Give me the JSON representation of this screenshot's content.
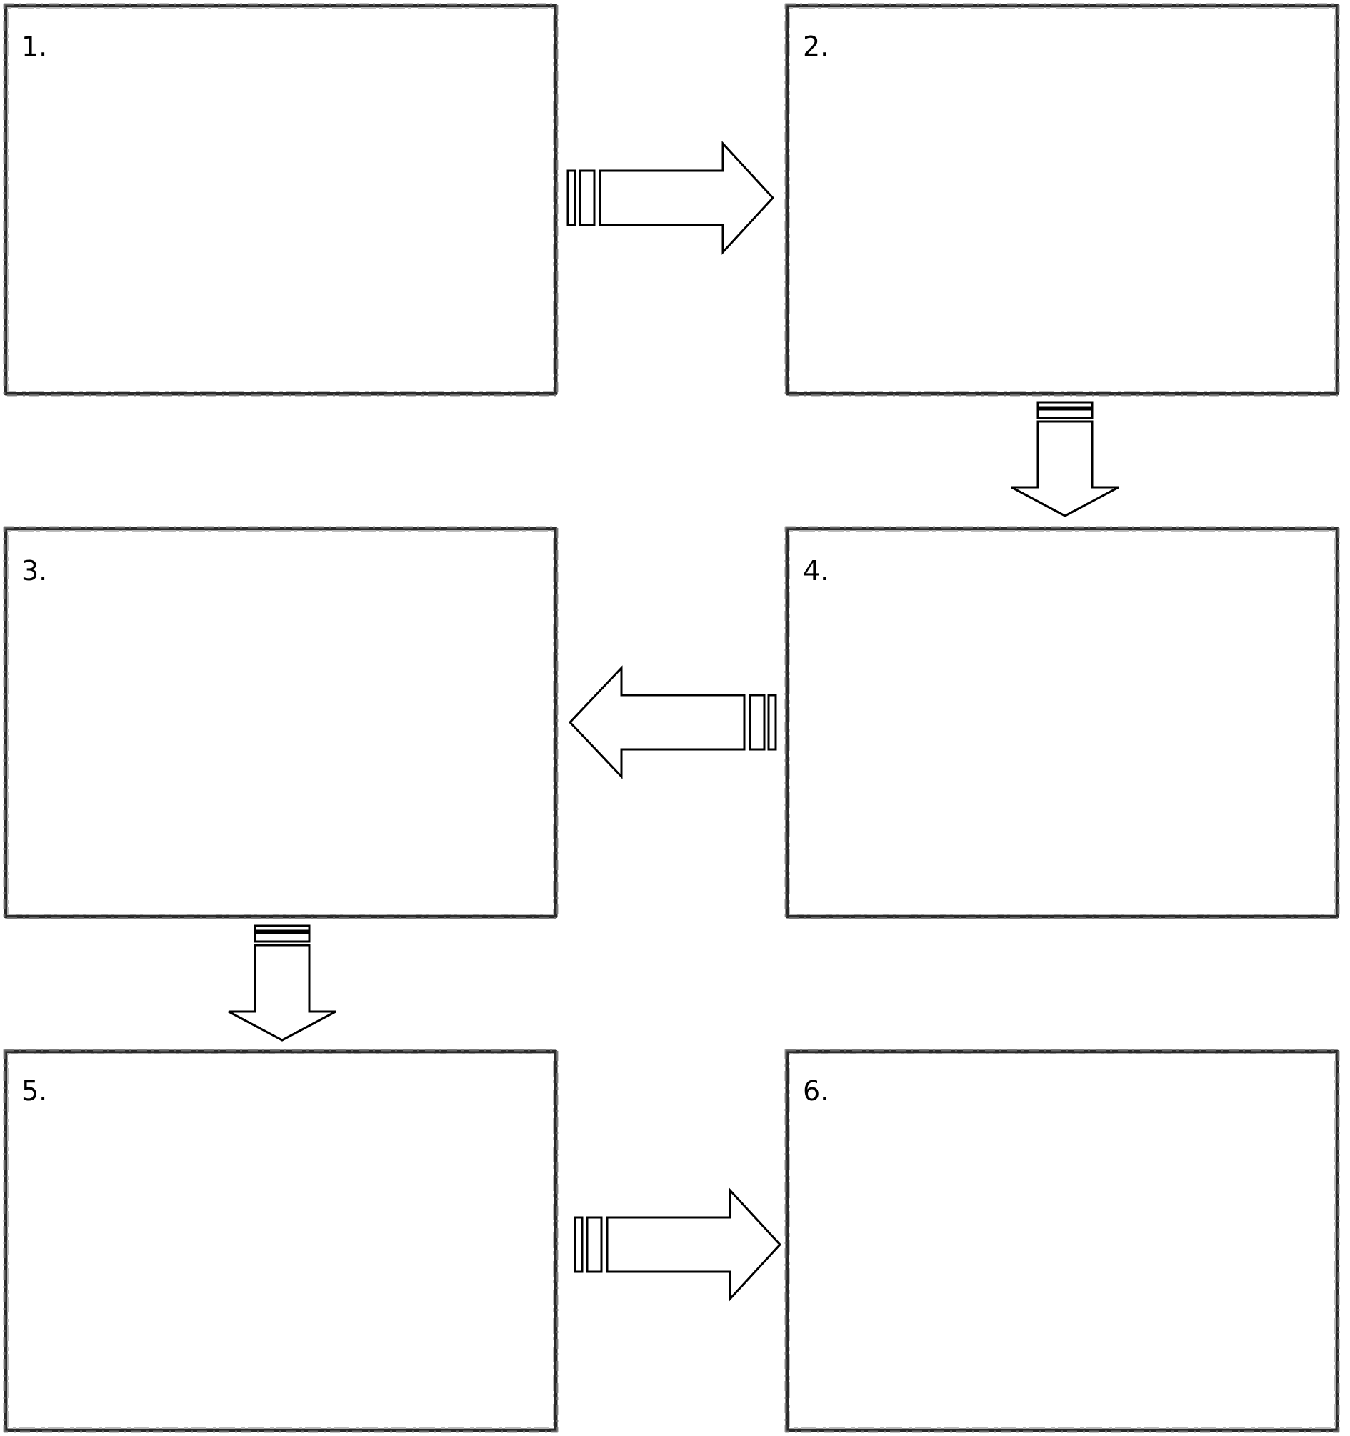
{
  "panels": [
    {
      "label": "1."
    },
    {
      "label": "2."
    },
    {
      "label": "3."
    },
    {
      "label": "4."
    },
    {
      "label": "5."
    },
    {
      "label": "6."
    }
  ],
  "arrows": [
    {
      "from": "1.",
      "to": "2.",
      "direction": "right"
    },
    {
      "from": "2.",
      "to": "4.",
      "direction": "down"
    },
    {
      "from": "4.",
      "to": "3.",
      "direction": "left"
    },
    {
      "from": "3.",
      "to": "5.",
      "direction": "down"
    },
    {
      "from": "5.",
      "to": "6.",
      "direction": "right"
    }
  ],
  "colors": {
    "frame": "#2a2a2a",
    "arrow_stroke": "#000000",
    "background": "#ffffff"
  }
}
